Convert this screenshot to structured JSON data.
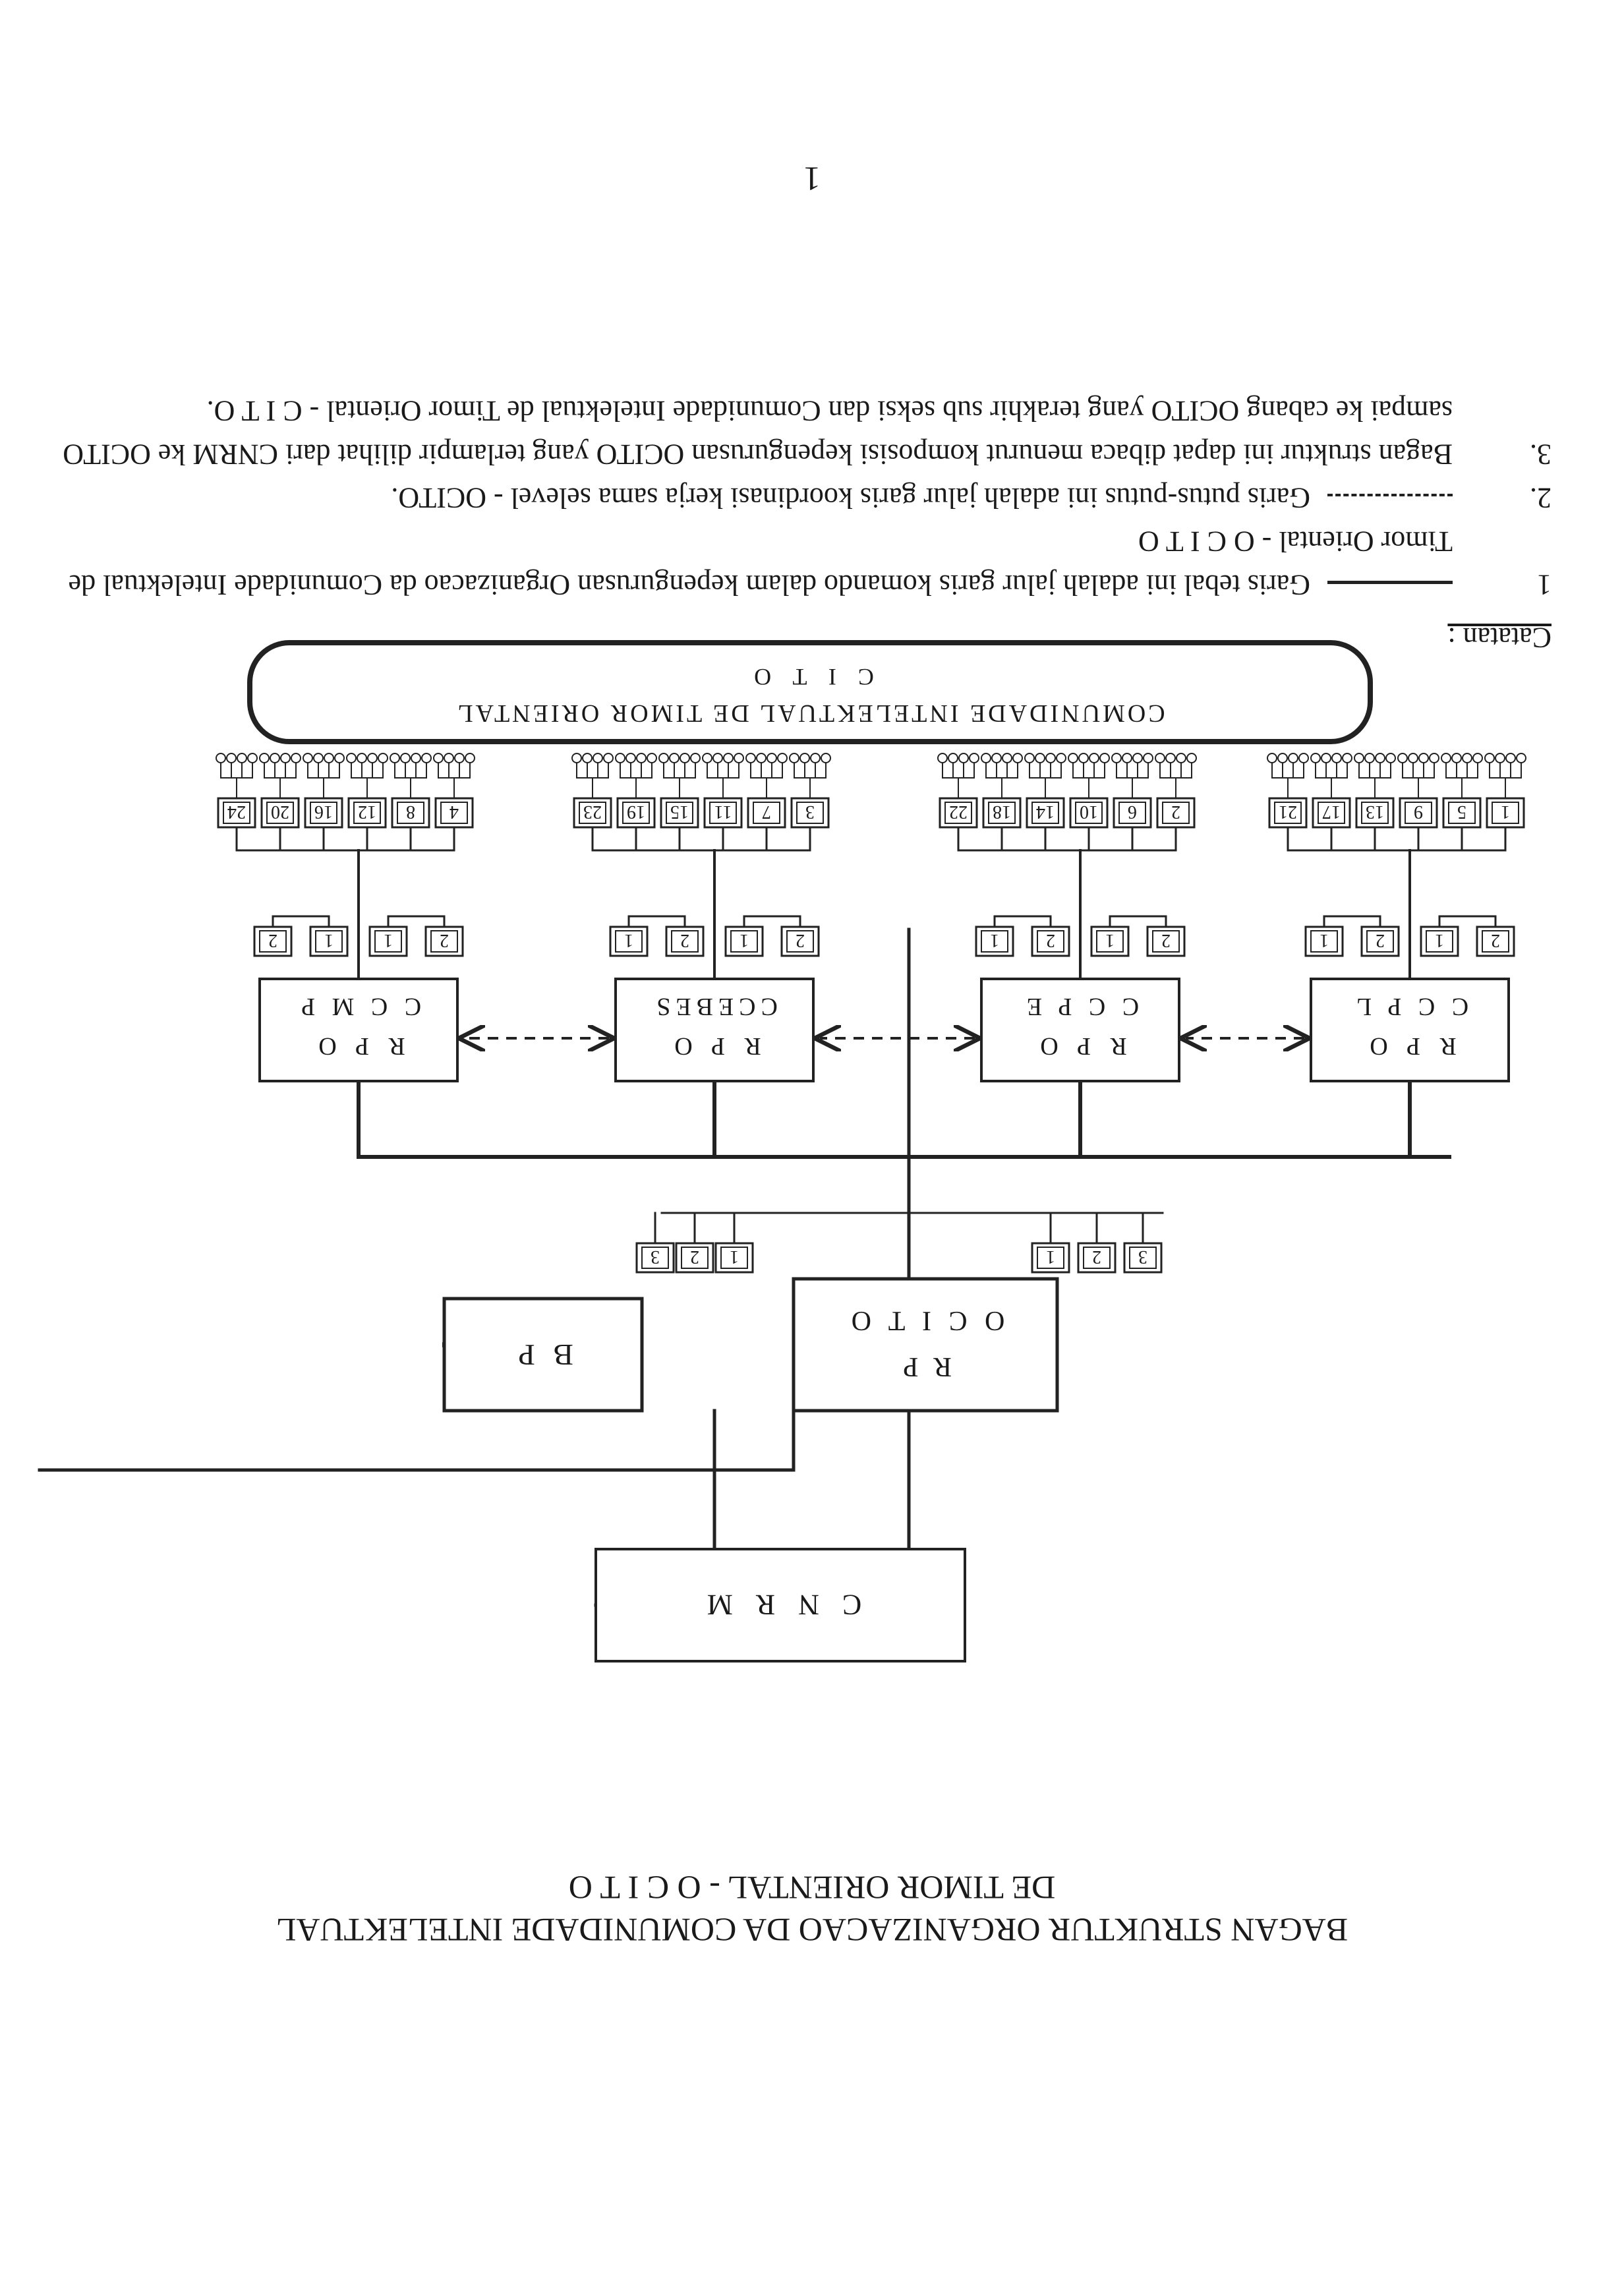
{
  "document": {
    "title_line1": "BAGAN STRUKTUR ORGANIZACAO DA COMUNIDADE INTELEKTUAL",
    "title_line2": "DE TIMOR ORIENTAL - O C I T O",
    "page_number": "1"
  },
  "diagram": {
    "top": {
      "label": "C N R M"
    },
    "rp_ocito": {
      "line1": "R   P",
      "line2": "O C I T O"
    },
    "bp": {
      "label": "B P"
    },
    "rp_sub_left": [
      "3",
      "2",
      "1"
    ],
    "rp_sub_right": [
      "1",
      "2",
      "3"
    ],
    "regions": [
      {
        "line1": "R P O",
        "line2": "C C P L",
        "subs": [
          "2",
          "1",
          "2",
          "1"
        ],
        "branches": [
          "1",
          "5",
          "9",
          "13",
          "17",
          "21"
        ]
      },
      {
        "line1": "R P O",
        "line2": "C C P E",
        "subs": [
          "2",
          "1",
          "2",
          "1"
        ],
        "branches": [
          "2",
          "6",
          "10",
          "14",
          "18",
          "22"
        ]
      },
      {
        "line1": "R P O",
        "line2": "CCEBES",
        "subs": [
          "2",
          "1",
          "2",
          "1"
        ],
        "branches": [
          "3",
          "7",
          "11",
          "15",
          "19",
          "23"
        ]
      },
      {
        "line1": "R P O",
        "line2": "C C M P",
        "subs": [
          "2",
          "1",
          "1",
          "2"
        ],
        "branches": [
          "4",
          "8",
          "12",
          "16",
          "20",
          "24"
        ]
      }
    ],
    "community": {
      "line1": "COMUNIDADE INTELEKTUAL DE TIMOR ORIENTAL",
      "line2": "C I T O"
    }
  },
  "notes": {
    "heading": "Catatan :",
    "items": [
      {
        "num": "1",
        "style": "solid",
        "text": "Garis tebal ini adalah jalur garis komando dalam kepengurusan Organizacao da Comunidade Intelektual de Timor Oriental - O C I T O"
      },
      {
        "num": "2.",
        "style": "dash",
        "text": "Garis putus-putus ini adalah jalur garis koordinasi kerja sama selevel - OCITO."
      },
      {
        "num": "3.",
        "style": "none",
        "text": "Bagan struktur ini dapat dibaca menurut komposisi kepengurusan OCITO yang terlampir dilihat dari CNRM ke OCITO sampai ke cabang OCITO yang terakhir sub seksi dan Comunidade Intelektual de Timor Oriental - C I T O."
      }
    ]
  }
}
